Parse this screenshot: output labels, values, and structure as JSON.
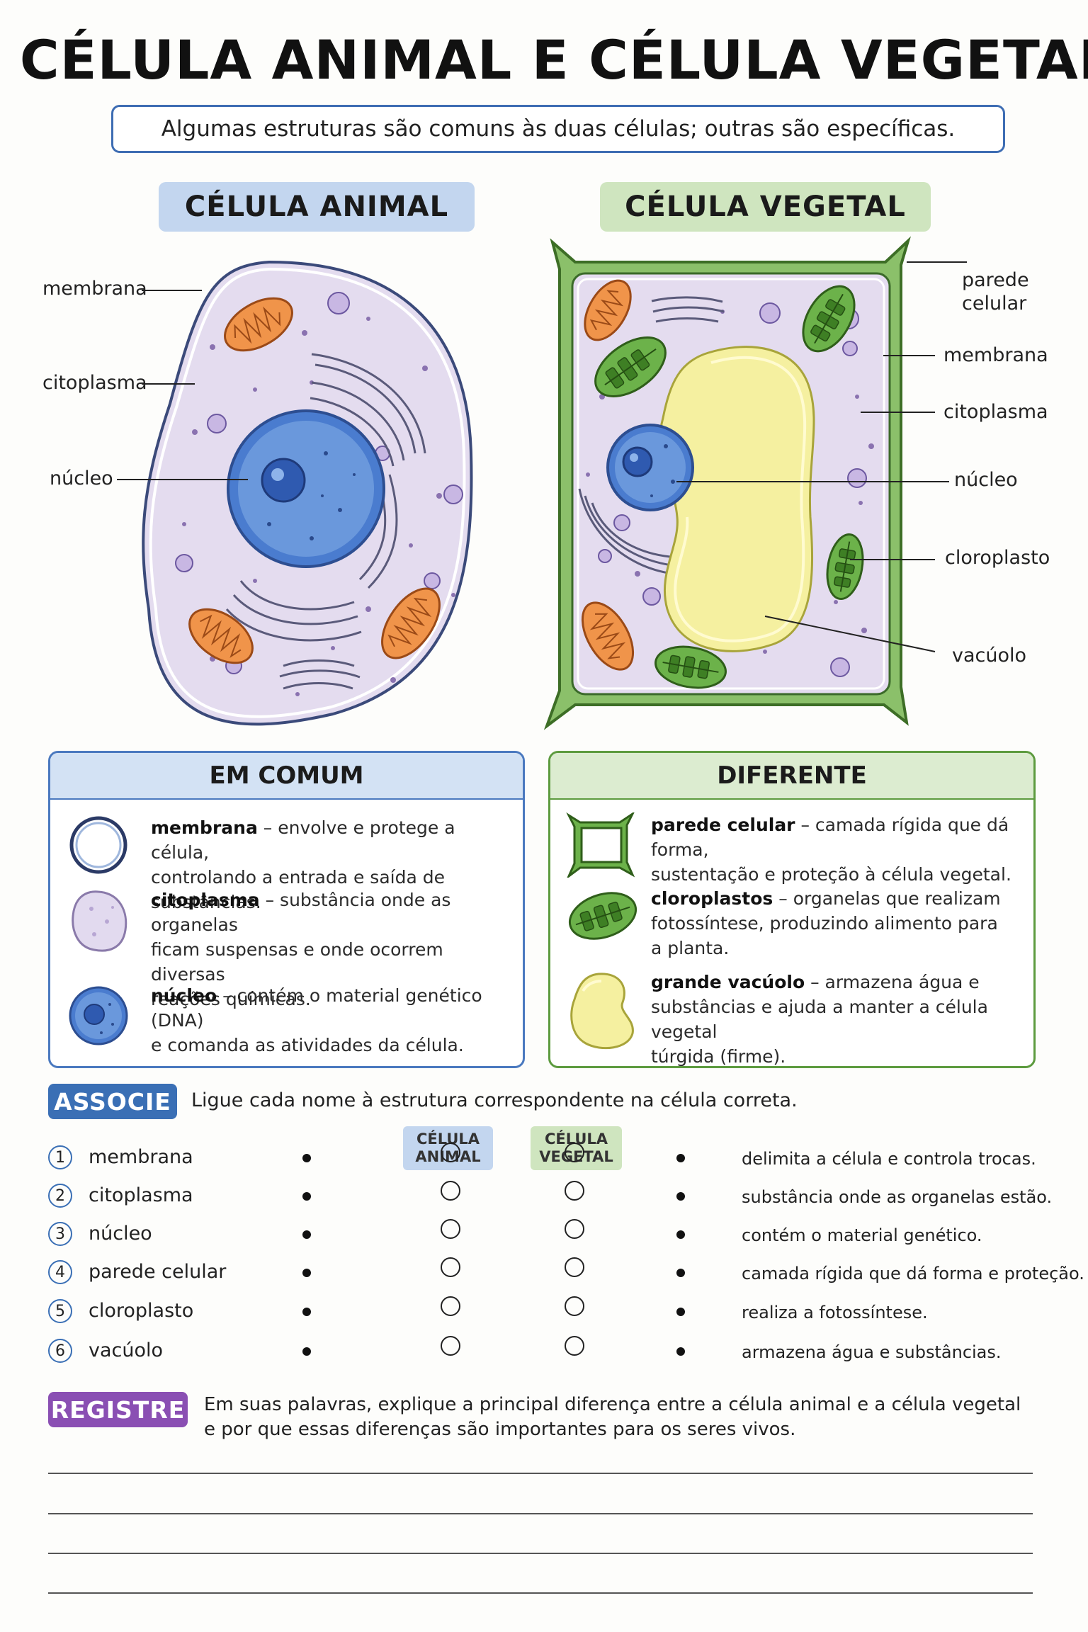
{
  "title": "CÉLULA ANIMAL E CÉLULA VEGETAL",
  "subtitle": "Algumas estruturas são comuns às duas células; outras são específicas.",
  "animal": {
    "heading": "CÉLULA ANIMAL",
    "labels": {
      "membrana": "membrana",
      "citoplasma": "citoplasma",
      "nucleo": "núcleo"
    }
  },
  "vegetal": {
    "heading": "CÉLULA VEGETAL",
    "labels": {
      "parede_1": "parede",
      "parede_2": "celular",
      "membrana": "membrana",
      "citoplasma": "citoplasma",
      "nucleo": "núcleo",
      "cloroplasto": "cloroplasto",
      "vacuolo": "vacúolo"
    }
  },
  "common": {
    "heading": "EM COMUM",
    "items": [
      {
        "term": "membrana",
        "desc_1": " – envolve e protege a célula,",
        "desc_2": "controlando a entrada e saída de substâncias."
      },
      {
        "term": "citoplasma",
        "desc_1": " – substância onde as organelas",
        "desc_2": "ficam suspensas e onde ocorrem diversas",
        "desc_3": "reações químicas."
      },
      {
        "term": "núcleo",
        "desc_1": " – contém o material genético (DNA)",
        "desc_2": "e comanda as atividades da célula."
      }
    ]
  },
  "different": {
    "heading": "DIFERENTE",
    "items": [
      {
        "term": "parede celular",
        "desc_1": " – camada rígida que dá forma,",
        "desc_2": "sustentação e proteção à célula vegetal."
      },
      {
        "term": "cloroplastos",
        "desc_1": " – organelas que realizam",
        "desc_2": "fotossíntese, produzindo alimento para",
        "desc_3": "a planta."
      },
      {
        "term": "grande vacúolo",
        "desc_1": " – armazena água e",
        "desc_2": "substâncias e ajuda a manter a célula vegetal",
        "desc_3": "túrgida (firme)."
      }
    ]
  },
  "associe": {
    "tag": "ASSOCIE",
    "instruction": "Ligue cada nome à estrutura correspondente na célula correta.",
    "col_animal_1": "CÉLULA",
    "col_animal_2": "ANIMAL",
    "col_vegetal_1": "CÉLULA",
    "col_vegetal_2": "VEGETAL",
    "rows": [
      {
        "n": "1",
        "name": "membrana",
        "desc": "delimita a célula e controla trocas."
      },
      {
        "n": "2",
        "name": "citoplasma",
        "desc": "substância onde as organelas estão."
      },
      {
        "n": "3",
        "name": "núcleo",
        "desc": "contém o material genético."
      },
      {
        "n": "4",
        "name": "parede celular",
        "desc": "camada rígida que dá forma e proteção."
      },
      {
        "n": "5",
        "name": "cloroplasto",
        "desc": "realiza a fotossíntese."
      },
      {
        "n": "6",
        "name": "vacúolo",
        "desc": "armazena água e substâncias."
      }
    ]
  },
  "registre": {
    "tag": "REGISTRE",
    "line_1": "Em suas palavras, explique a principal diferença entre a célula animal e a célula vegetal",
    "line_2": "e por que essas diferenças são importantes para os seres vivos."
  },
  "colors": {
    "blue": "#3a6fb5",
    "green": "#5d9b3f",
    "purple": "#8a4fb3",
    "cytoplasm": "#e6e0f0",
    "nucleus": "#4a7ccf",
    "vacuole": "#f5f0a0",
    "mitochondria": "#f0944a",
    "chloroplast": "#6cb24a"
  }
}
